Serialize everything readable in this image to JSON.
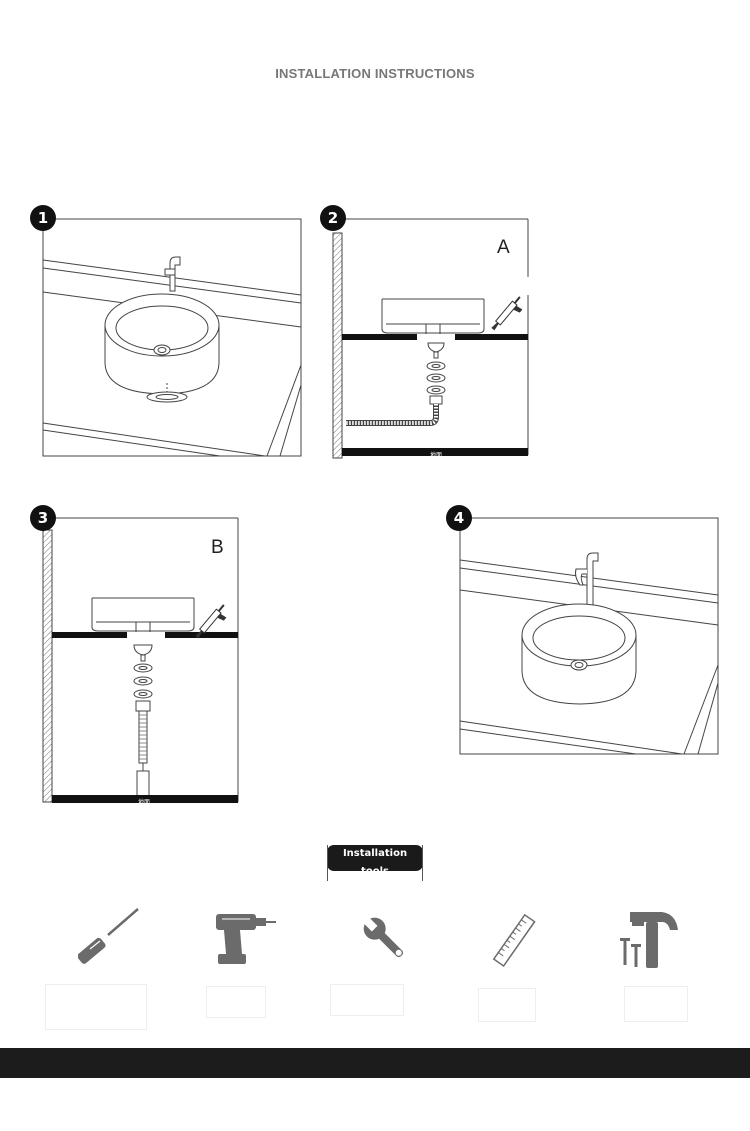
{
  "header": {
    "title": "INSTALLATION INSTRUCTIONS"
  },
  "steps": [
    {
      "number": "1",
      "variant": ""
    },
    {
      "number": "2",
      "variant": "A",
      "floor_label": "地面"
    },
    {
      "number": "3",
      "variant": "B",
      "floor_label": "地面"
    },
    {
      "number": "4",
      "variant": ""
    }
  ],
  "tools": {
    "label": "Installation tools",
    "items": [
      {
        "icon": "screwdriver-icon"
      },
      {
        "icon": "drill-icon"
      },
      {
        "icon": "wrench-icon"
      },
      {
        "icon": "ruler-icon"
      },
      {
        "icon": "hammer-nails-icon"
      }
    ]
  },
  "colors": {
    "line": "#333333",
    "icon": "#6b6b6b",
    "badge": "#111111",
    "footer": "#1c1c1c"
  }
}
